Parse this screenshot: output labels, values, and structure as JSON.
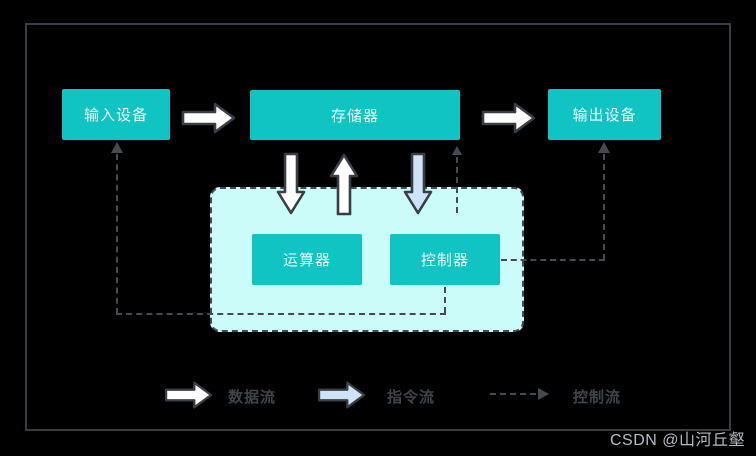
{
  "diagram": {
    "title": "von-neumann-architecture",
    "nodes": {
      "input": {
        "label": "输入设备"
      },
      "memory": {
        "label": "存储器"
      },
      "output": {
        "label": "输出设备"
      },
      "alu": {
        "label": "运算器"
      },
      "cu": {
        "label": "控制器"
      }
    },
    "legend": [
      {
        "type": "data-flow",
        "label": "数据流"
      },
      {
        "type": "instruction-flow",
        "label": "指令流"
      },
      {
        "type": "control-flow",
        "label": "控制流"
      }
    ],
    "colors": {
      "node_fill": "#10C4C4",
      "node_text": "#EDFFFE",
      "cpu_fill": "#CCFCF9",
      "data_arrow_fill": "#FFFFFF",
      "instruction_arrow_fill": "#CFE3F8",
      "arrow_stroke": "#383E44",
      "line_gray": "#454A50",
      "legend_text": "#3F444A",
      "frame_gray": "#383D43",
      "watermark_gray": "#B6BCC2"
    }
  },
  "watermark": "CSDN @山河丘壑"
}
